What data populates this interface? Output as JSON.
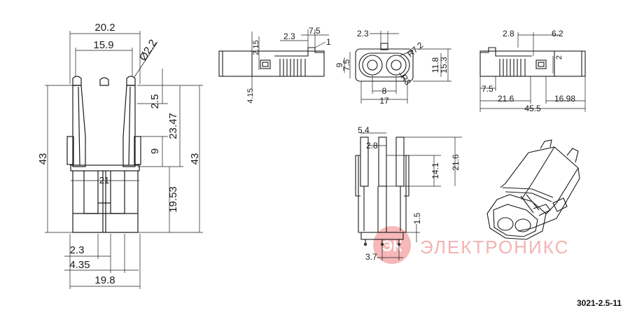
{
  "front_view": {
    "d_20_2": "20.2",
    "d_15_9": "15.9",
    "d_phi_2_2": "Ø2.2",
    "d_2_5": "2.5",
    "d_23_47": "23.47",
    "d_9": "9",
    "d_43_left": "43",
    "d_43_right": "43",
    "d_21": "21",
    "d_19_53": "19.53",
    "d_2_3": "2.3",
    "d_4_35": "4.35",
    "d_19_8": "19.8"
  },
  "side_left_view": {
    "d_2_3": "2.3",
    "d_7_5": "7.5",
    "d_2_15": "2.15",
    "d_1": "1",
    "d_4_15": "4.15"
  },
  "end_view": {
    "d_2_3": "2.3",
    "d_9": "9",
    "d_7_5": "7.5",
    "d_r7_2": "R7.2",
    "d_11_8": "11.8",
    "d_15_3": "15.3",
    "d_r3": "R3",
    "d_8": "8",
    "d_17": "17"
  },
  "side_right_view": {
    "d_2_8": "2.8",
    "d_6_2": "6.2",
    "d_2": "2",
    "d_7_5": "7.5",
    "d_21_6": "21.6",
    "d_16_98": "16.98",
    "d_45_5": "45.5"
  },
  "profile_view": {
    "d_5_4": "5.4",
    "d_2_8": "2.8",
    "d_14_1": "14.1",
    "d_21_6": "21.6",
    "d_1_5": "1.5",
    "d_3_7": "3.7"
  },
  "watermark": {
    "logo": "ЭК",
    "text": "ЭЛЕКТРОНИКС"
  },
  "part_code": "3021-2.5-11"
}
